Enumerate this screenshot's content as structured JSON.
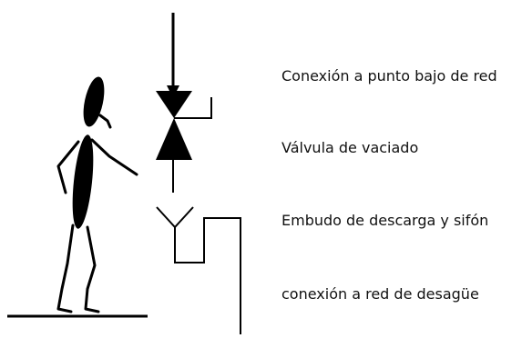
{
  "colors": {
    "ink": "#000000",
    "text": "#111111",
    "background": "#ffffff"
  },
  "labels": {
    "connection": "Conexión a punto bajo de red",
    "valve": "Válvula de vaciado",
    "funnel": "Embudo de descarga y sifón",
    "drain": "conexión a red de desagüe"
  }
}
